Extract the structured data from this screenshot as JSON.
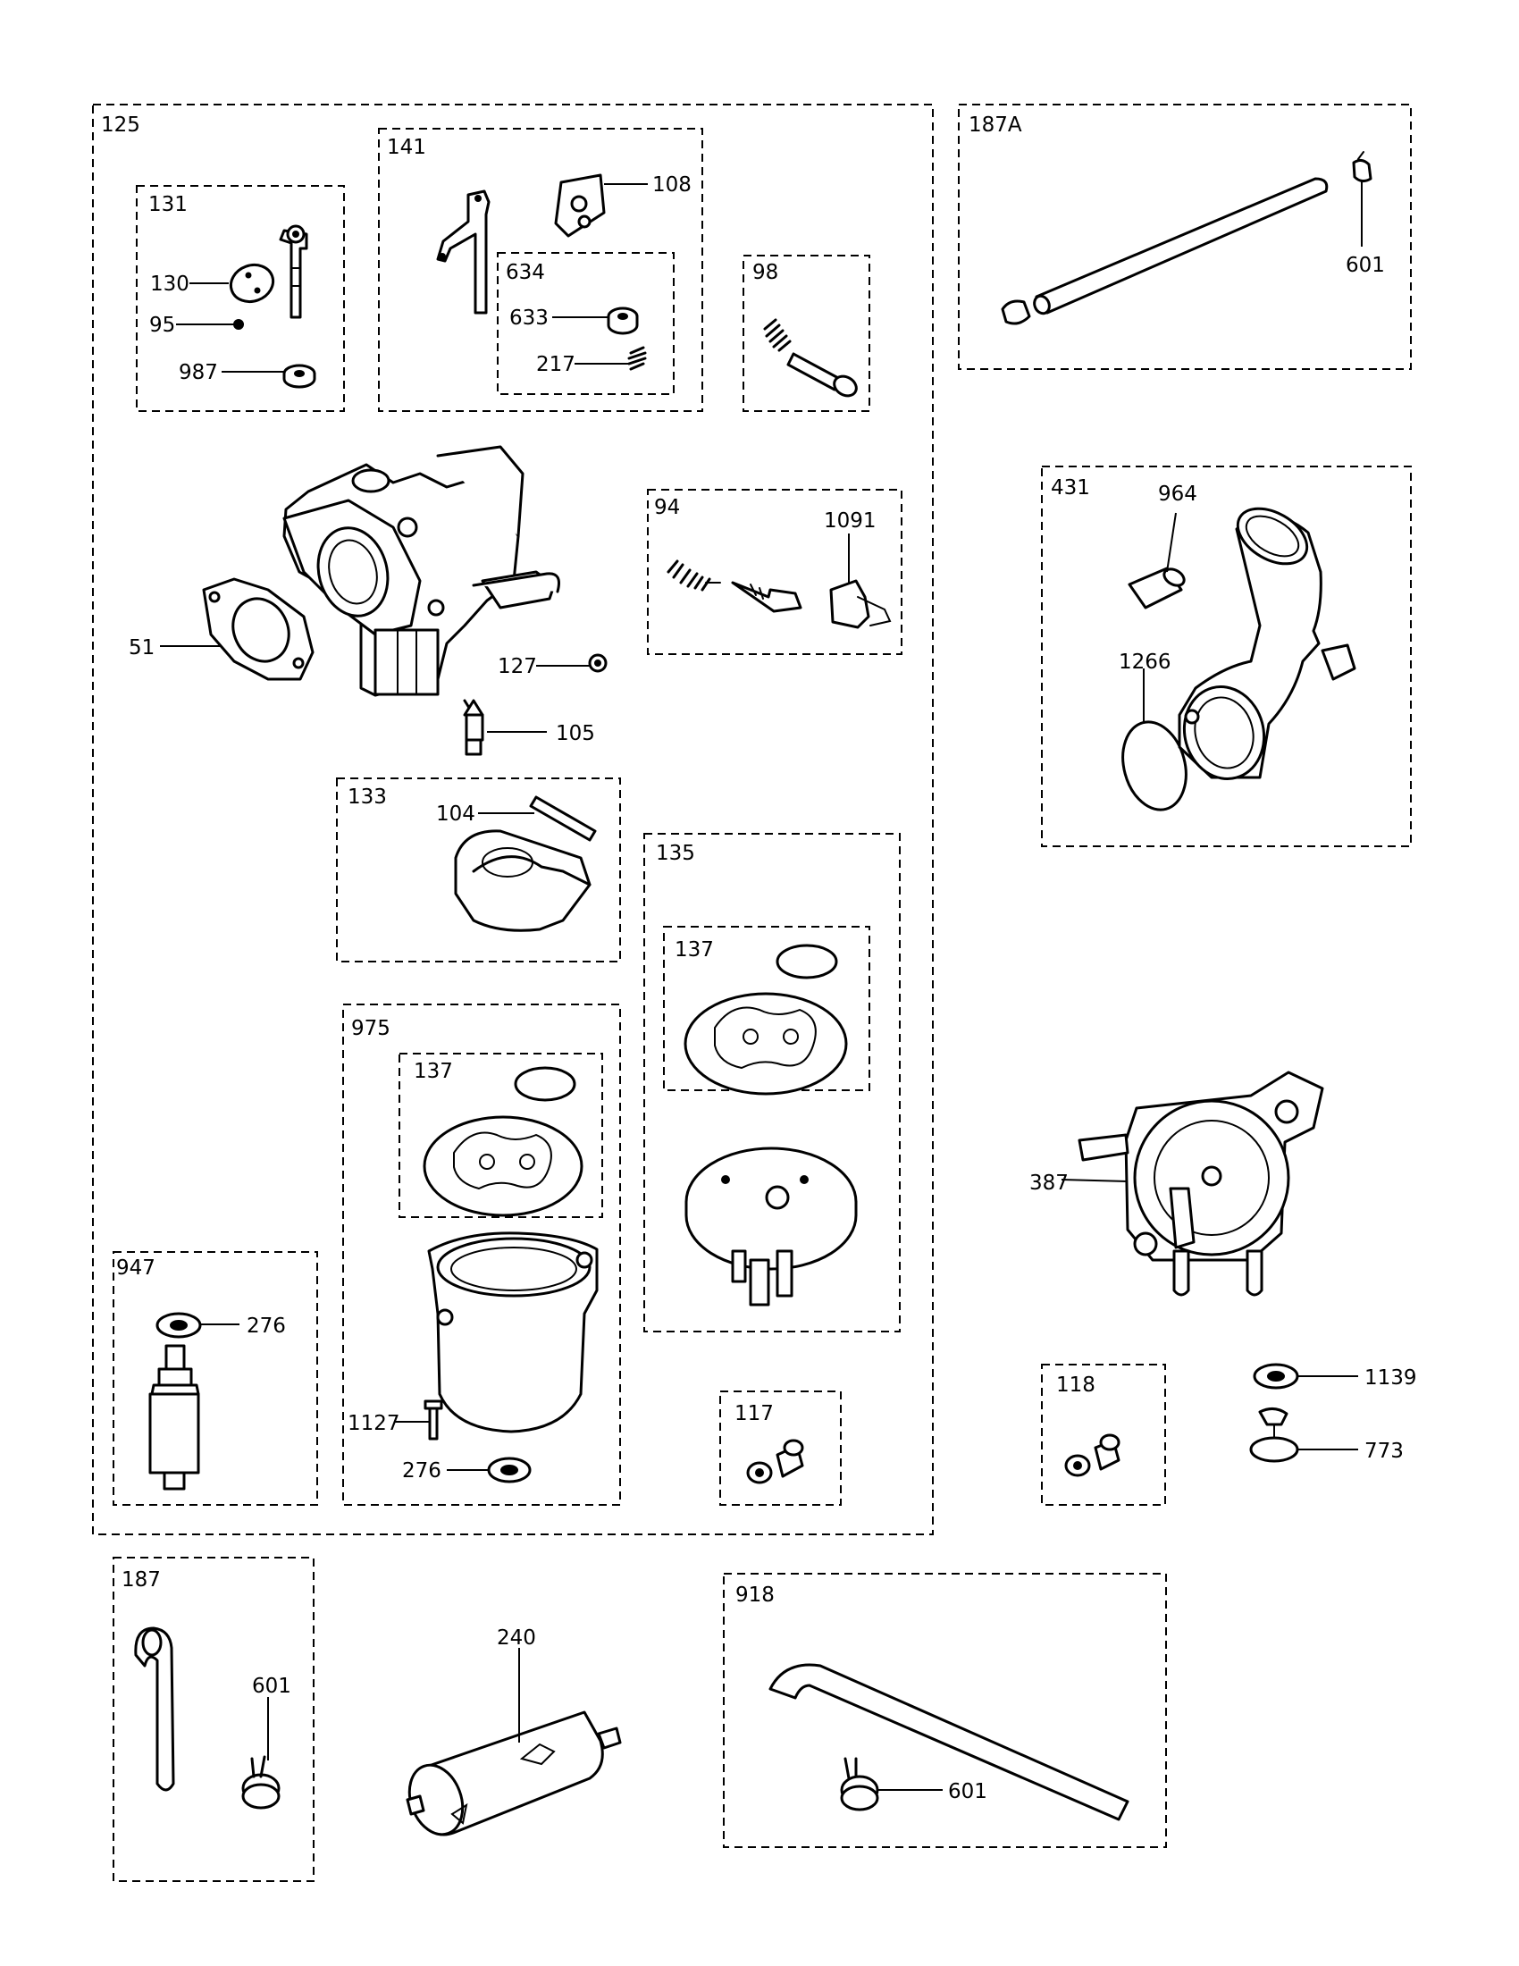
{
  "groups": {
    "g125": "125",
    "g131": "131",
    "g141": "141",
    "g634": "634",
    "g98": "98",
    "g94": "94",
    "g133": "133",
    "g135": "135",
    "g137a": "137",
    "g975": "975",
    "g137b": "137",
    "g947": "947",
    "g117": "117",
    "g187A": "187A",
    "g431": "431",
    "g118": "118",
    "g187": "187",
    "g918": "918"
  },
  "parts": {
    "p108": "108",
    "p130": "130",
    "p95": "95",
    "p987": "987",
    "p633": "633",
    "p217": "217",
    "p51": "51",
    "p127": "127",
    "p105": "105",
    "p1091": "1091",
    "p104": "104",
    "p276a": "276",
    "p1127": "1127",
    "p276b": "276",
    "p601a": "601",
    "p964": "964",
    "p1266": "1266",
    "p387": "387",
    "p1139": "1139",
    "p773": "773",
    "p240": "240",
    "p601b": "601",
    "p601c": "601"
  }
}
